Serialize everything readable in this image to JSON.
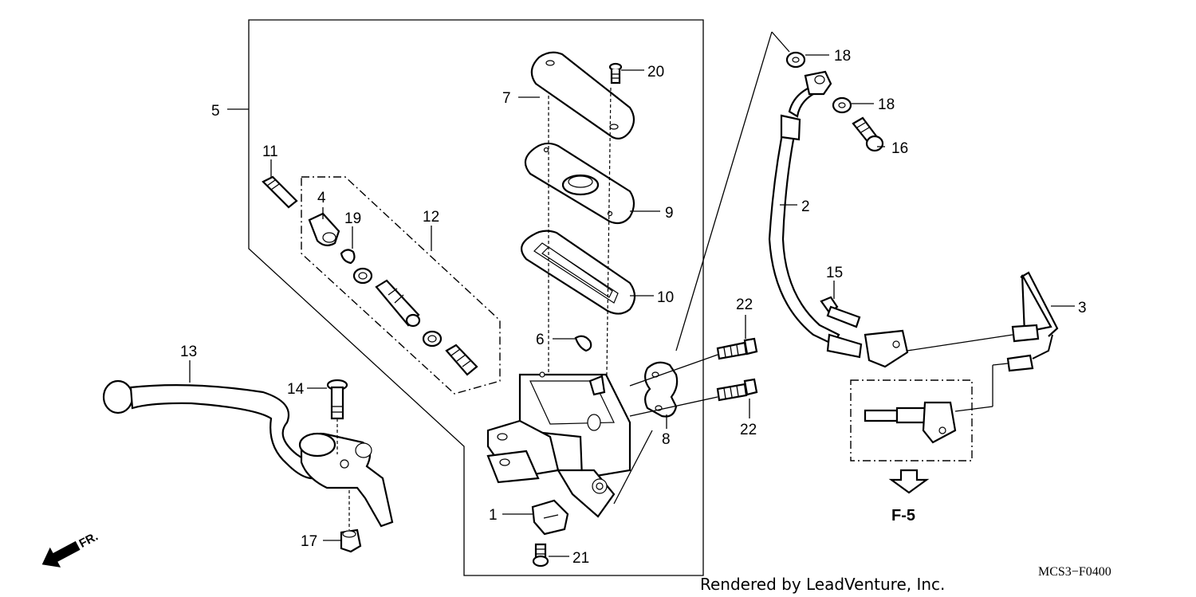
{
  "callouts": [
    {
      "id": "c1",
      "text": "1"
    },
    {
      "id": "c2",
      "text": "2"
    },
    {
      "id": "c3",
      "text": "3"
    },
    {
      "id": "c4",
      "text": "4"
    },
    {
      "id": "c5",
      "text": "5"
    },
    {
      "id": "c6",
      "text": "6"
    },
    {
      "id": "c7",
      "text": "7"
    },
    {
      "id": "c8",
      "text": "8"
    },
    {
      "id": "c9",
      "text": "9"
    },
    {
      "id": "c10",
      "text": "10"
    },
    {
      "id": "c11",
      "text": "11"
    },
    {
      "id": "c12",
      "text": "12"
    },
    {
      "id": "c13",
      "text": "13"
    },
    {
      "id": "c14",
      "text": "14"
    },
    {
      "id": "c15",
      "text": "15"
    },
    {
      "id": "c16",
      "text": "16"
    },
    {
      "id": "c17",
      "text": "17"
    },
    {
      "id": "c18a",
      "text": "18"
    },
    {
      "id": "c18b",
      "text": "18"
    },
    {
      "id": "c19",
      "text": "19"
    },
    {
      "id": "c20",
      "text": "20"
    },
    {
      "id": "c21",
      "text": "21"
    },
    {
      "id": "c22a",
      "text": "22"
    },
    {
      "id": "c22b",
      "text": "22"
    }
  ],
  "reference_label": "F-5",
  "direction_label": "FR.",
  "diagram_code": "MCS3−F0400",
  "credit": "Rendered by LeadVenture, Inc."
}
